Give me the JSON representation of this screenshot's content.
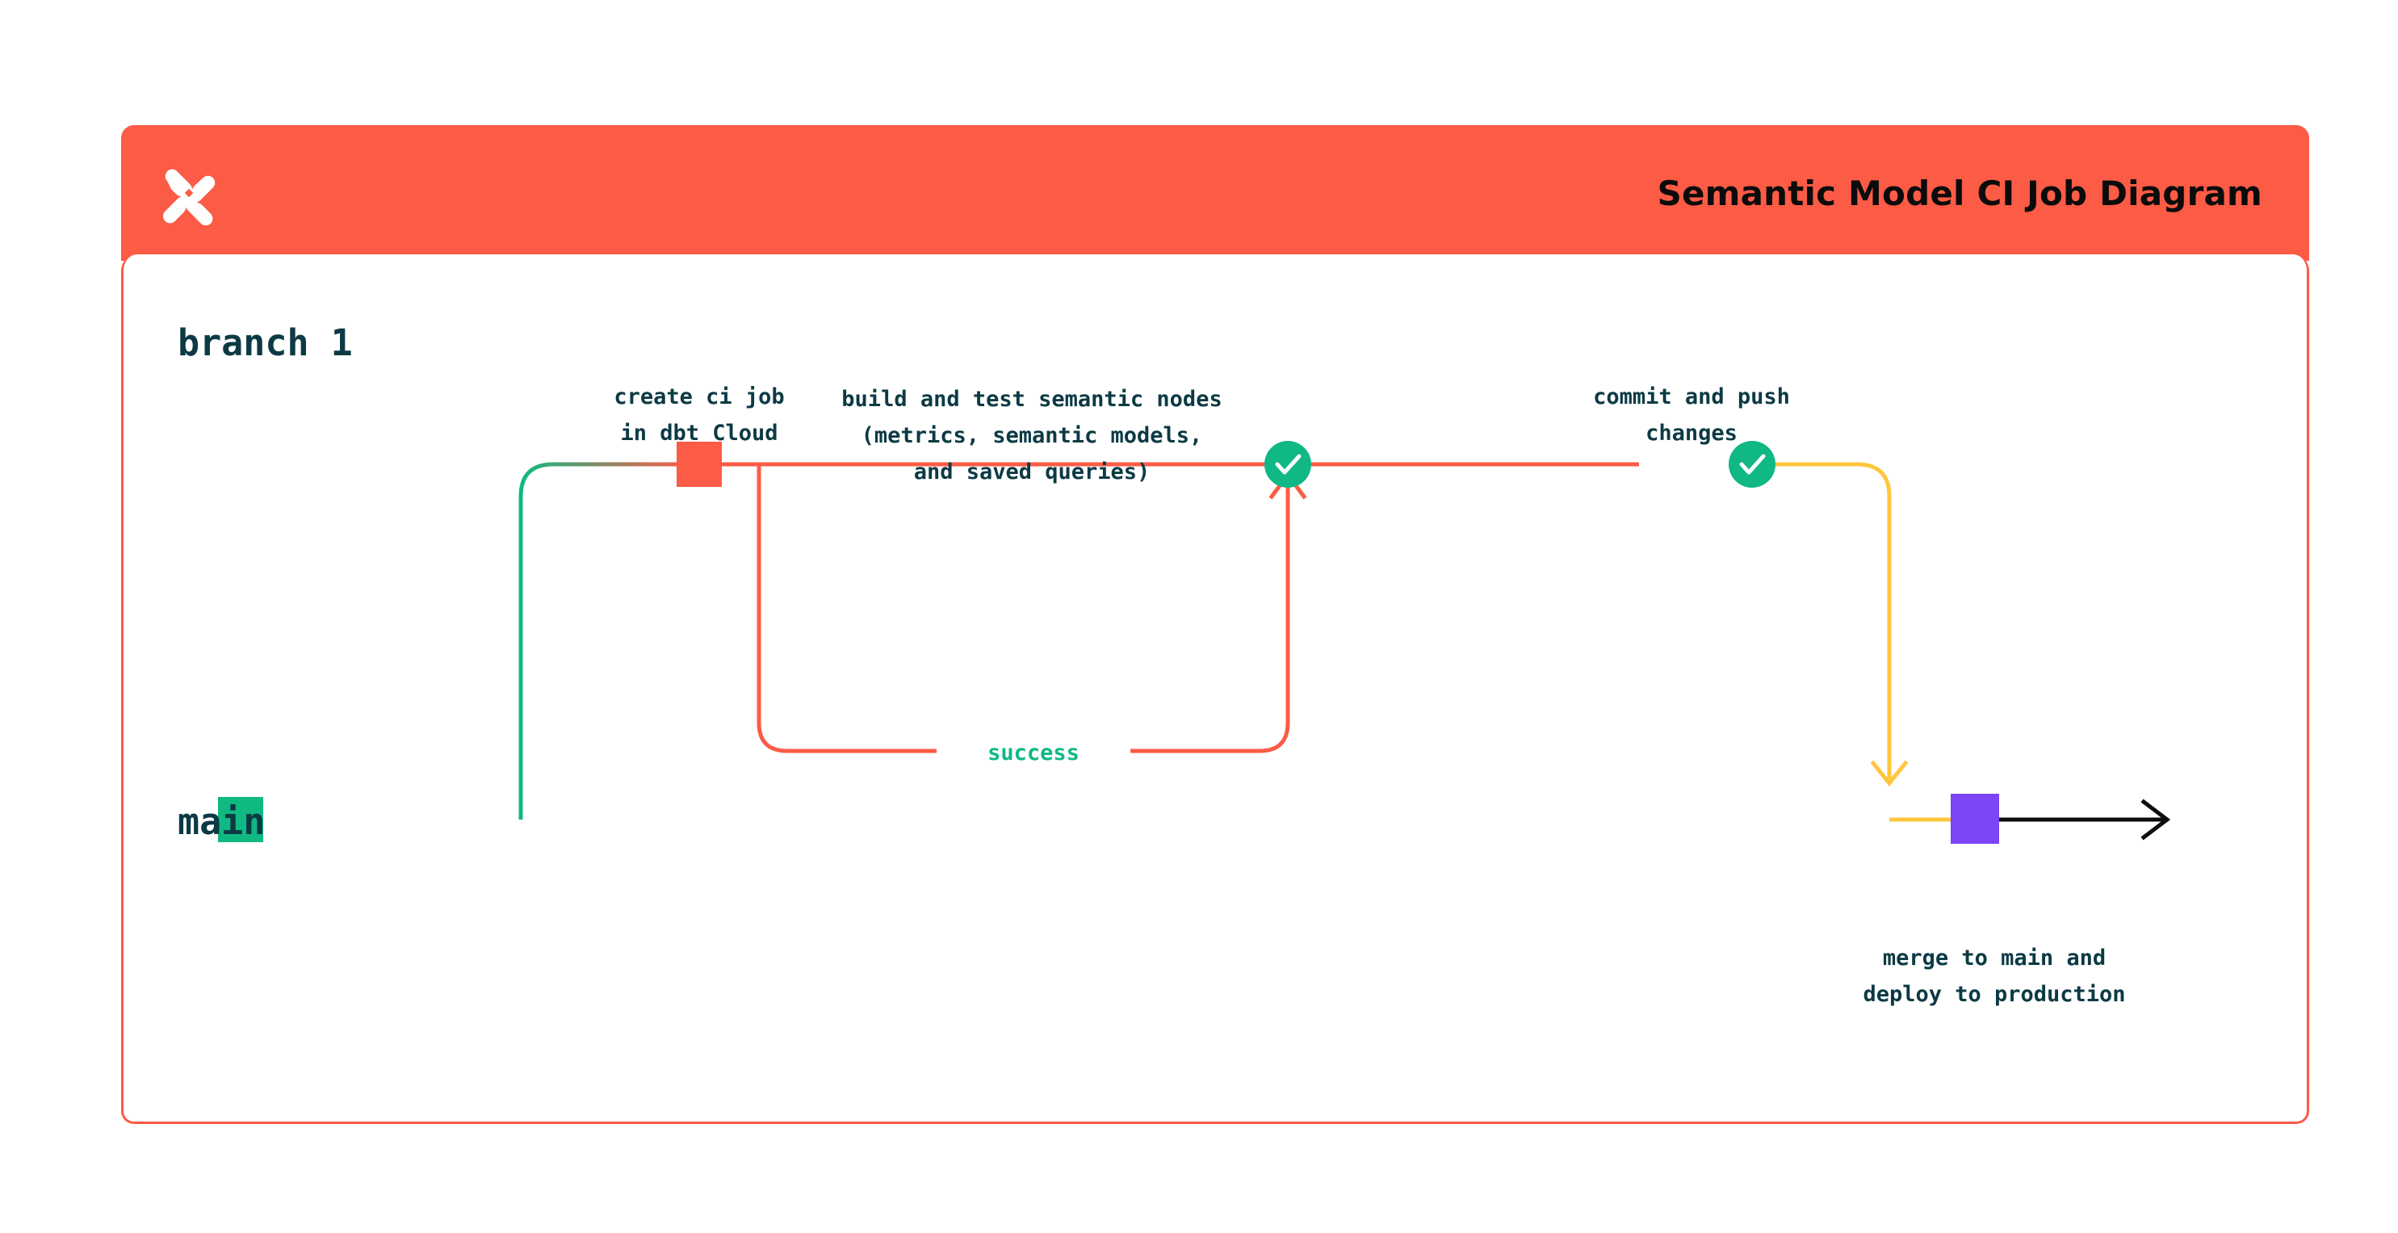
{
  "header": {
    "title": "Semantic Model CI Job Diagram",
    "logo_icon": "dbt-logo-icon",
    "bg_color": "#FC5B46",
    "title_color": "#0b0b0b"
  },
  "card": {
    "border_color": "#FC5B46",
    "background": "#ffffff"
  },
  "diagram": {
    "type": "git-branch-flow",
    "lanes": [
      {
        "id": "branch",
        "label": "branch 1",
        "line_color": "#FC5B46"
      },
      {
        "id": "main",
        "label": "main",
        "line_color": "#10B981"
      }
    ],
    "nodes": [
      {
        "id": "create-ci-job",
        "lane": "branch",
        "shape": "square",
        "color": "#FC5B46",
        "caption": [
          "create ci job",
          "in dbt Cloud"
        ]
      },
      {
        "id": "build-and-test",
        "lane": "branch",
        "shape": "check-circle",
        "color": "#0FB884",
        "icon": "check-icon",
        "caption": [
          "build and test semantic nodes",
          "(metrics, semantic models,",
          "and saved queries)"
        ]
      },
      {
        "id": "commit-and-push",
        "lane": "branch",
        "shape": "check-circle",
        "color": "#0FB884",
        "icon": "check-icon",
        "caption": [
          "commit and push",
          "changes"
        ]
      },
      {
        "id": "merge-to-main",
        "lane": "main",
        "shape": "square",
        "color": "#7C45F5",
        "caption": [
          "merge to main and",
          "deploy to production"
        ]
      },
      {
        "id": "main-start",
        "lane": "main",
        "shape": "square",
        "color": "#10B981",
        "caption": []
      }
    ],
    "edges": [
      {
        "id": "branch-off",
        "from": "main",
        "to": "branch",
        "color_from": "#10B981",
        "color_to": "#FC5B46",
        "label": ""
      },
      {
        "id": "success-loop",
        "from": "build-and-test",
        "to": "branch",
        "color": "#FC5B46",
        "label": "success",
        "label_color": "#0FB884",
        "arrow": "up"
      },
      {
        "id": "merge-down",
        "from": "commit-and-push",
        "to": "main",
        "color": "#FFC63E",
        "label": "",
        "arrow": "down"
      },
      {
        "id": "main-continue",
        "from": "merge-to-main",
        "to": "",
        "color": "#0d0d0d",
        "label": "",
        "arrow": "right"
      }
    ],
    "colors": {
      "orange": "#FC5B46",
      "green": "#10B981",
      "green_check": "#0FB884",
      "yellow": "#FFC63E",
      "purple": "#7C45F5",
      "black": "#0d0d0d",
      "text_dark": "#0C3A44"
    }
  }
}
